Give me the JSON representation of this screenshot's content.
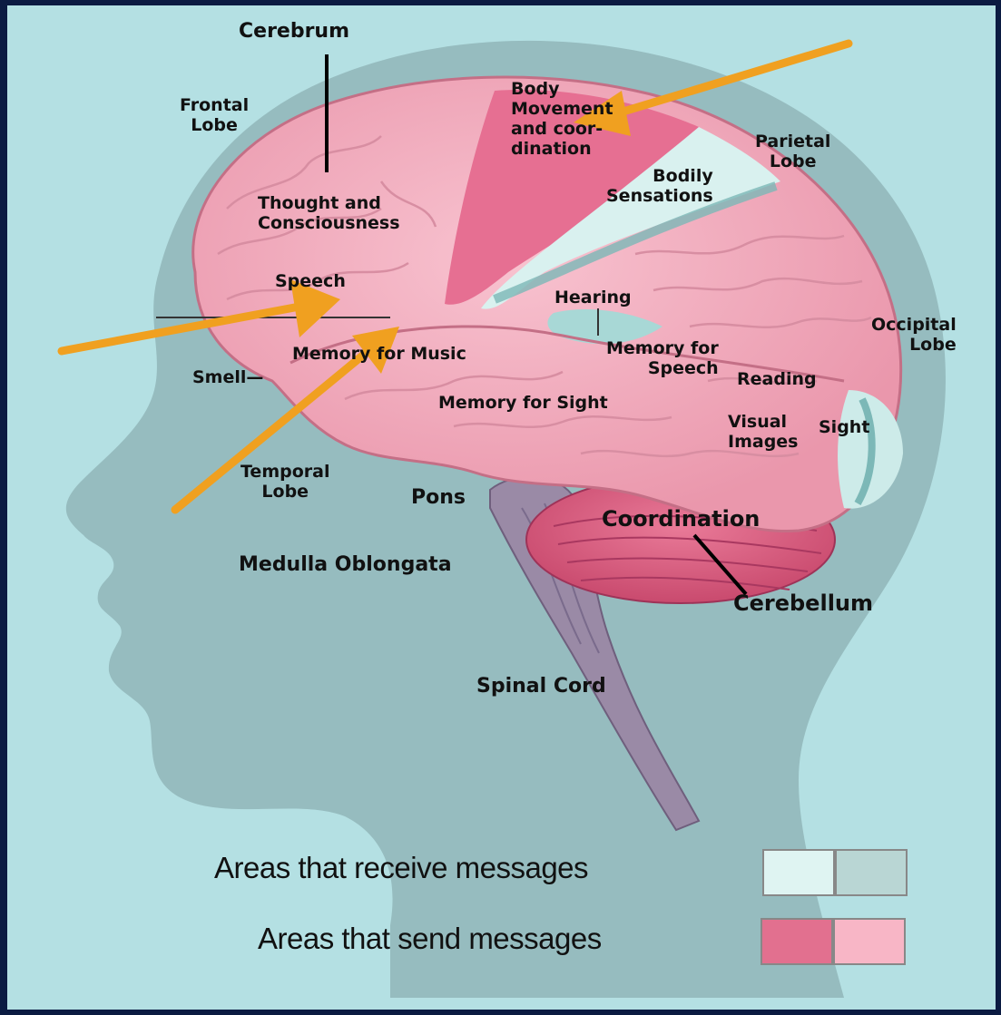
{
  "labels": {
    "cerebrum": "Cerebrum",
    "frontal_lobe": "Frontal\nLobe",
    "body_movement": "Body\nMovement\nand coor-\ndination",
    "parietal_lobe": "Parietal\nLobe",
    "bodily_sensations": "Bodily\nSensations",
    "thought": "Thought and\nConsciousness",
    "speech": "Speech",
    "hearing": "Hearing",
    "occipital_lobe": "Occipital\nLobe",
    "memory_music": "Memory for Music",
    "memory_speech": "Memory for\nSpeech",
    "reading": "Reading",
    "smell": "Smell—",
    "memory_sight": "Memory for Sight",
    "visual_images": "Visual\nImages",
    "sight": "Sight",
    "temporal_lobe": "Temporal\nLobe",
    "pons": "Pons",
    "coordination": "Coordination",
    "medulla": "Medulla Oblongata",
    "cerebellum": "Cerebellum",
    "spinal_cord": "Spinal Cord"
  },
  "legend": {
    "receive": "Areas that receive messages",
    "send": "Areas that send messages",
    "receive_colors": [
      "#dff4f2",
      "#b9d6d4"
    ],
    "send_colors": [
      "#e2708f",
      "#f8b6c6"
    ]
  },
  "colors": {
    "background": "#b4e0e3",
    "head_silhouette": "#96bcbf",
    "brain_pink": "#f4adbf",
    "motor_strip": "#e66f92",
    "sensory_strip": "#d9f1ef",
    "cerebellum": "#de5f82",
    "brainstem": "#9a8aa6",
    "arrow": "#f0a020"
  }
}
